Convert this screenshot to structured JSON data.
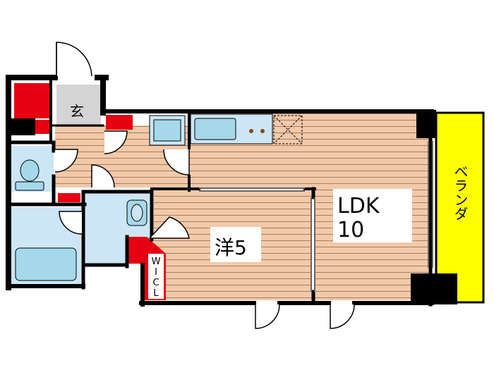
{
  "rooms": {
    "genkan": "玄",
    "yoshitsu": "洋5",
    "ldk_line1": "LDK",
    "ldk_line2": "10",
    "balcony": "ベランダ",
    "wicl_chars": [
      "W",
      "I",
      "C",
      "L"
    ]
  },
  "colors": {
    "storage_red": "#e60012",
    "balcony_yellow": "#ffff00",
    "wet_area_blue": "#cce6f5",
    "fixture_blue": "#a6d8ec",
    "floor_wood": "#f2c9a9",
    "floor_lines": "#a87d63",
    "entrance_grey": "#d4d4d4",
    "wall_black": "#000000"
  },
  "icons": {
    "toilet": "toilet-icon",
    "bathtub": "bathtub-icon",
    "washbasin": "washbasin-icon",
    "kitchen_sink": "kitchen-sink-icon",
    "stove": "stove-icon",
    "fridge_space": "fridge-space-icon"
  }
}
